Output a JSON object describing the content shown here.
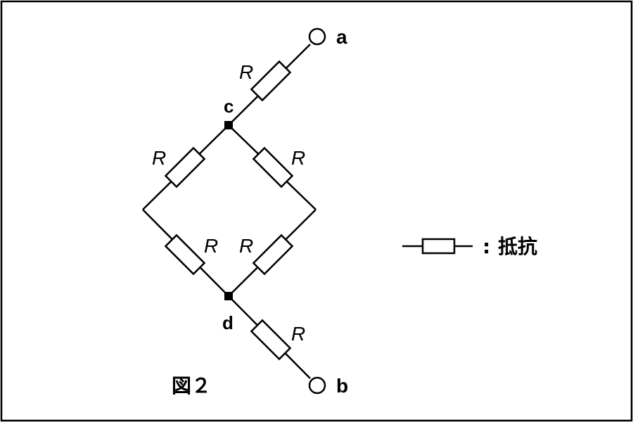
{
  "terminals": {
    "a": "a",
    "b": "b"
  },
  "nodes": {
    "c": "c",
    "d": "d"
  },
  "resistor_label": "R",
  "legend": {
    "separator": ":",
    "text": "抵抗"
  },
  "caption": "図２"
}
